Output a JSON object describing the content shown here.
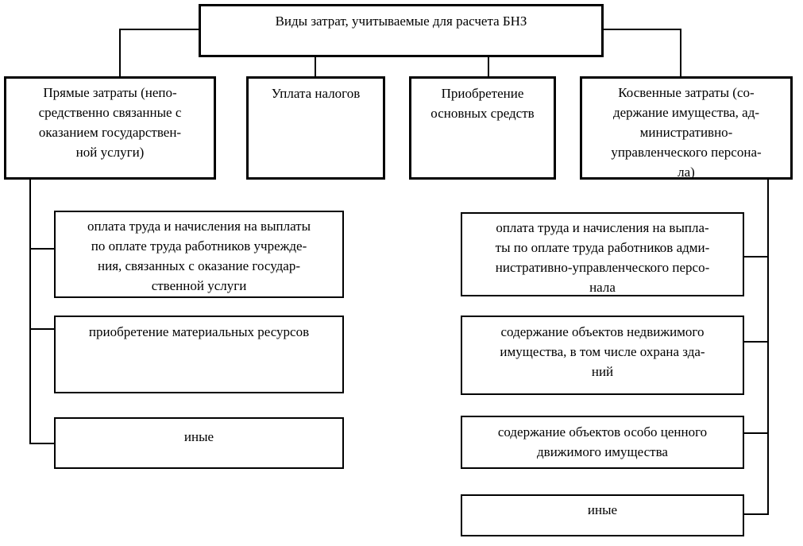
{
  "diagram": {
    "title": "Виды затрат, учитываемые для расчета БНЗ",
    "colors": {
      "border": "#000000",
      "background": "#ffffff",
      "text": "#000000"
    },
    "root": {
      "label": "Виды затрат, учитываемые для расчета БНЗ"
    },
    "categories": [
      {
        "id": "direct-costs",
        "label": "Прямые затраты (непо-\nсредственно связанные с\nоказанием государствен-\nной услуги)"
      },
      {
        "id": "tax-payment",
        "label": "Уплата налогов"
      },
      {
        "id": "fixed-assets-acquisition",
        "label": "Приобретение\nосновных средств"
      },
      {
        "id": "indirect-costs",
        "label": "Косвенные затраты (со-\nдержание имущества, ад-\nминистративно-\nуправленческого персона-\nла)"
      }
    ],
    "direct_items": [
      {
        "label": "оплата труда и начисления на выплаты\nпо оплате труда работников учрежде-\nния, связанных с оказание государ-\nственной услуги"
      },
      {
        "label": "приобретение материальных ресурсов"
      },
      {
        "label": "иные"
      }
    ],
    "indirect_items": [
      {
        "label": "оплата труда и начисления на выпла-\nты по оплате труда работников адми-\nнистративно-управленческого персо-\nнала"
      },
      {
        "label": "содержание объектов недвижимого\nимущества, в том числе охрана зда-\nний"
      },
      {
        "label": "содержание объектов особо ценного\nдвижимого имущества"
      },
      {
        "label": "иные"
      }
    ]
  }
}
